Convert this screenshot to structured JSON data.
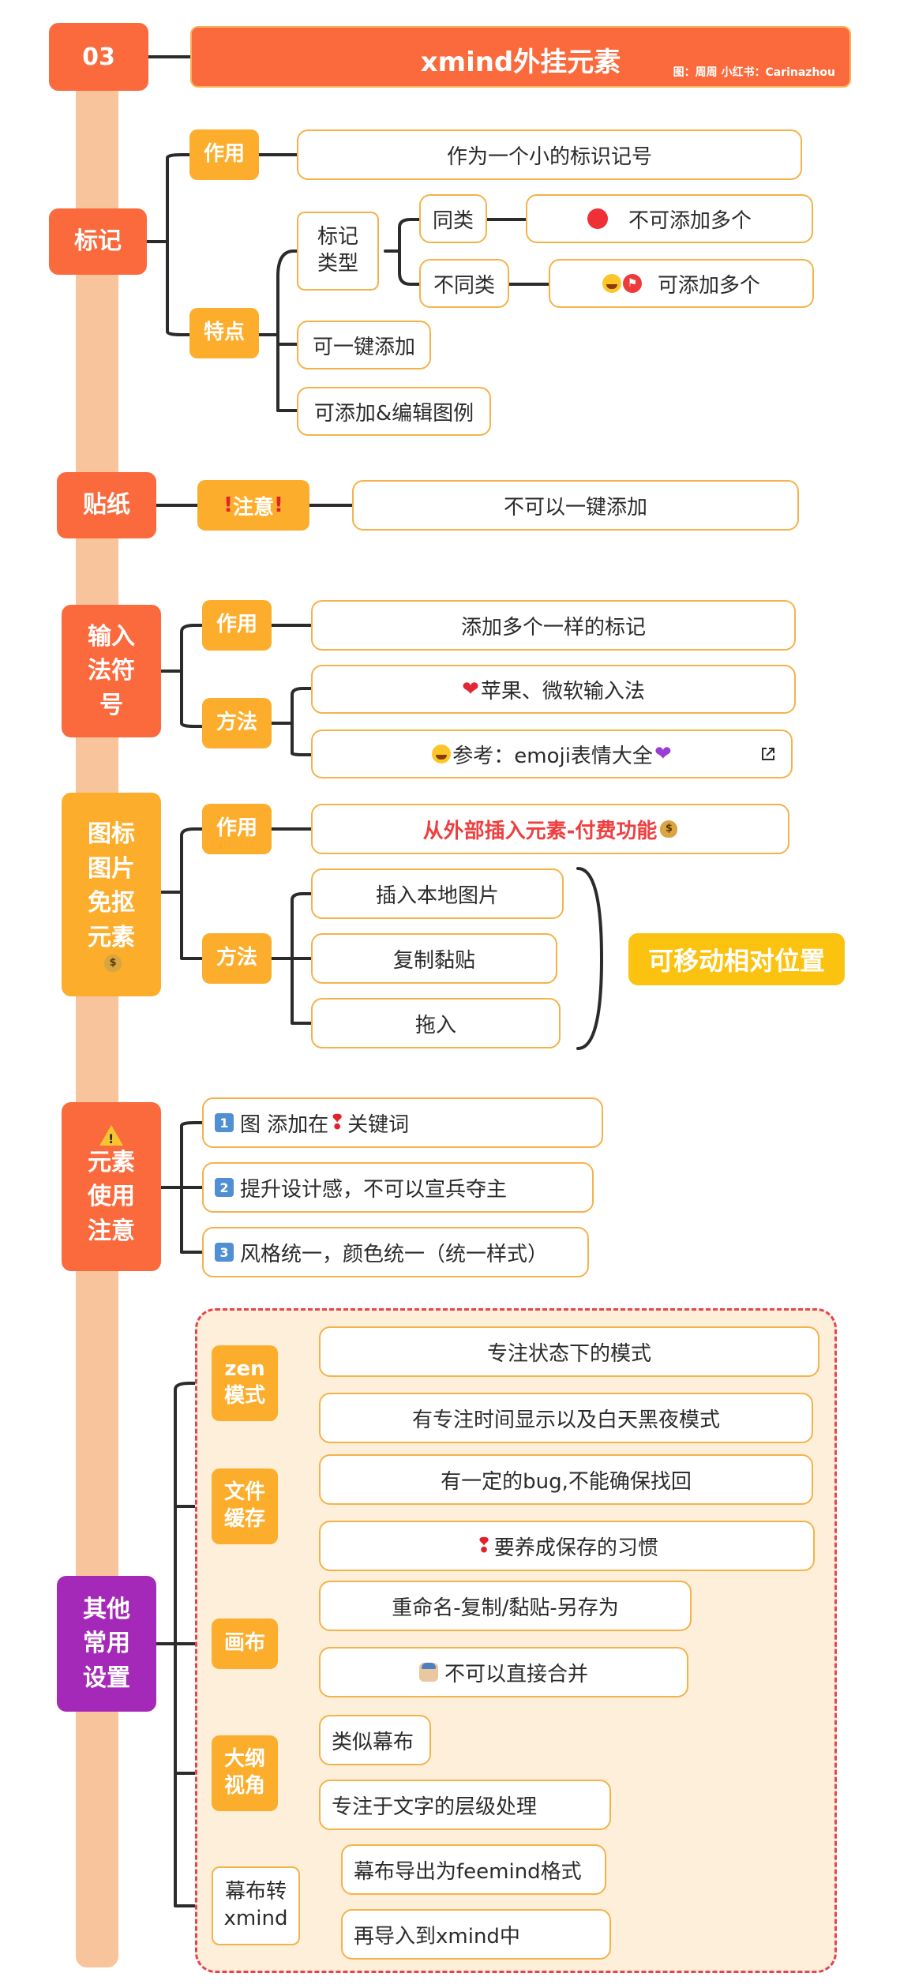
{
  "header": {
    "number": "03",
    "title": "xmind外挂元素",
    "credit": "图：周周   小红书：Carinazhou"
  },
  "marker": {
    "label": "标记",
    "purpose_label": "作用",
    "purpose_text": "作为一个小的标识记号",
    "feature_label": "特点",
    "type_label": "标记\n类型",
    "same_label": "同类",
    "same_text": "不可添加多个",
    "diff_label": "不同类",
    "diff_text": "可添加多个",
    "one_click": "可一键添加",
    "legend": "可添加&编辑图例"
  },
  "sticker": {
    "label": "贴纸",
    "note": "注意",
    "text": "不可以一键添加"
  },
  "input_symbol": {
    "label": "输入\n法符\n号",
    "purpose_label": "作用",
    "purpose_text": "添加多个一样的标记",
    "method_label": "方法",
    "method_1": "苹果、微软输入法",
    "method_2": "参考：emoji表情大全"
  },
  "icon_images": {
    "label": "图标\n图片\n免抠\n元素",
    "purpose_label": "作用",
    "purpose_text": "从外部插入元素-付费功能",
    "method_label": "方法",
    "method_1": "插入本地图片",
    "method_2": "复制黏贴",
    "method_3": "拖入",
    "summary": "可移动相对位置"
  },
  "usage_notes": {
    "label": "元素\n使用\n注意",
    "item_1_num": "1",
    "item_1_a": "图 添加在 ",
    "item_1_b": "关键词",
    "item_2_num": "2",
    "item_2": "提升设计感，不可以宣兵夺主",
    "item_3_num": "3",
    "item_3": "风格统一，颜色统一（统一样式）"
  },
  "other": {
    "label": "其他\n常用\n设置",
    "zen_label": "zen\n模式",
    "zen_1": "专注状态下的模式",
    "zen_2": "有专注时间显示以及白天黑夜模式",
    "cache_label": "文件\n缓存",
    "cache_1": "有一定的bug,不能确保找回",
    "cache_2": "要养成保存的习惯",
    "canvas_label": "画布",
    "canvas_1": "重命名-复制/黏贴-另存为",
    "canvas_2": "不可以直接合并",
    "outline_label": "大纲\n视角",
    "outline_1": "类似幕布",
    "outline_2": "专注于文字的层级处理",
    "mubu_label": "幕布转\nxmind",
    "mubu_1": "幕布导出为feemind格式",
    "mubu_2": "再导入到xmind中"
  },
  "colors": {
    "red": "#fb6a3c",
    "orange": "#fcad2c",
    "purple": "#a529b9",
    "spine": "#f8c49c",
    "dash": "#e64351"
  }
}
